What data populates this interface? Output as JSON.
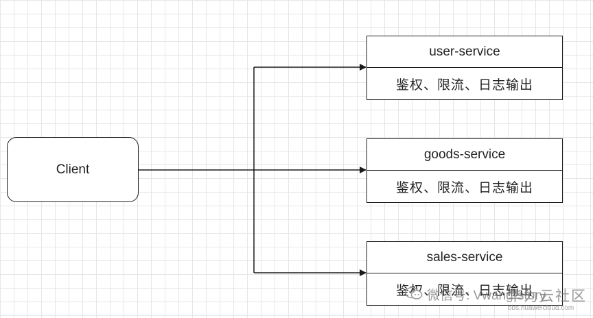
{
  "client": {
    "label": "Client"
  },
  "services": [
    {
      "name": "user-service",
      "features": "鉴权、限流、日志输出"
    },
    {
      "name": "goods-service",
      "features": "鉴权、限流、日志输出"
    },
    {
      "name": "sales-service",
      "features": "鉴权、限流、日志输出"
    }
  ],
  "watermark": {
    "icon": "wechat-icon",
    "wechat_text": "微信号: Vwang-story",
    "community_text": "华为云社区",
    "url_text": "bbs.huaweicloud.com"
  },
  "colors": {
    "stroke": "#1a1a1a",
    "grid": "#e6e6e6",
    "background": "#ffffff"
  }
}
